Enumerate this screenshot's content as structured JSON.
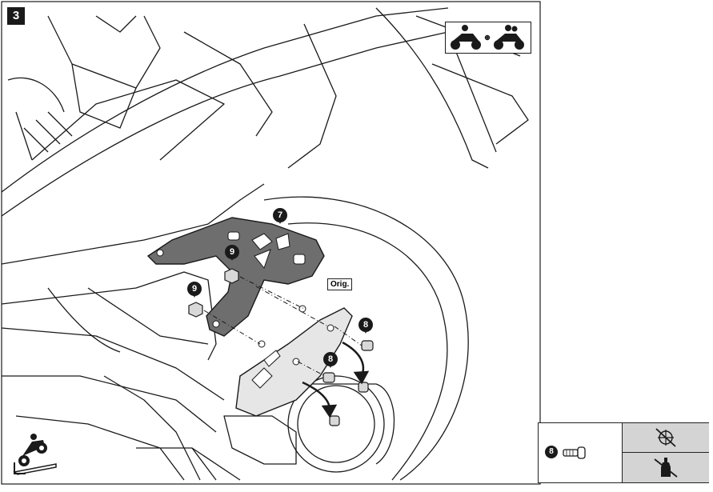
{
  "step": {
    "number": "3"
  },
  "callouts": {
    "bracket": "7",
    "nut_a": "9",
    "nut_b": "9",
    "bolt_a": "8",
    "bolt_b": "8"
  },
  "orig_label": "Orig.",
  "legend": {
    "part_number": "8",
    "part_icon": "bolt-icon",
    "top_symbol": "no-grease-icon",
    "bottom_symbol": "no-threadlock-icon"
  },
  "top_right_icon": "two-riders-icon",
  "bottom_left_icon": "motorcycle-on-stand-icon",
  "colors": {
    "line": "#1a1a1a",
    "bracket_fill": "#6e6e6e",
    "guard_fill": "#e6e6e6",
    "legend_shade": "#d4d4d4"
  }
}
